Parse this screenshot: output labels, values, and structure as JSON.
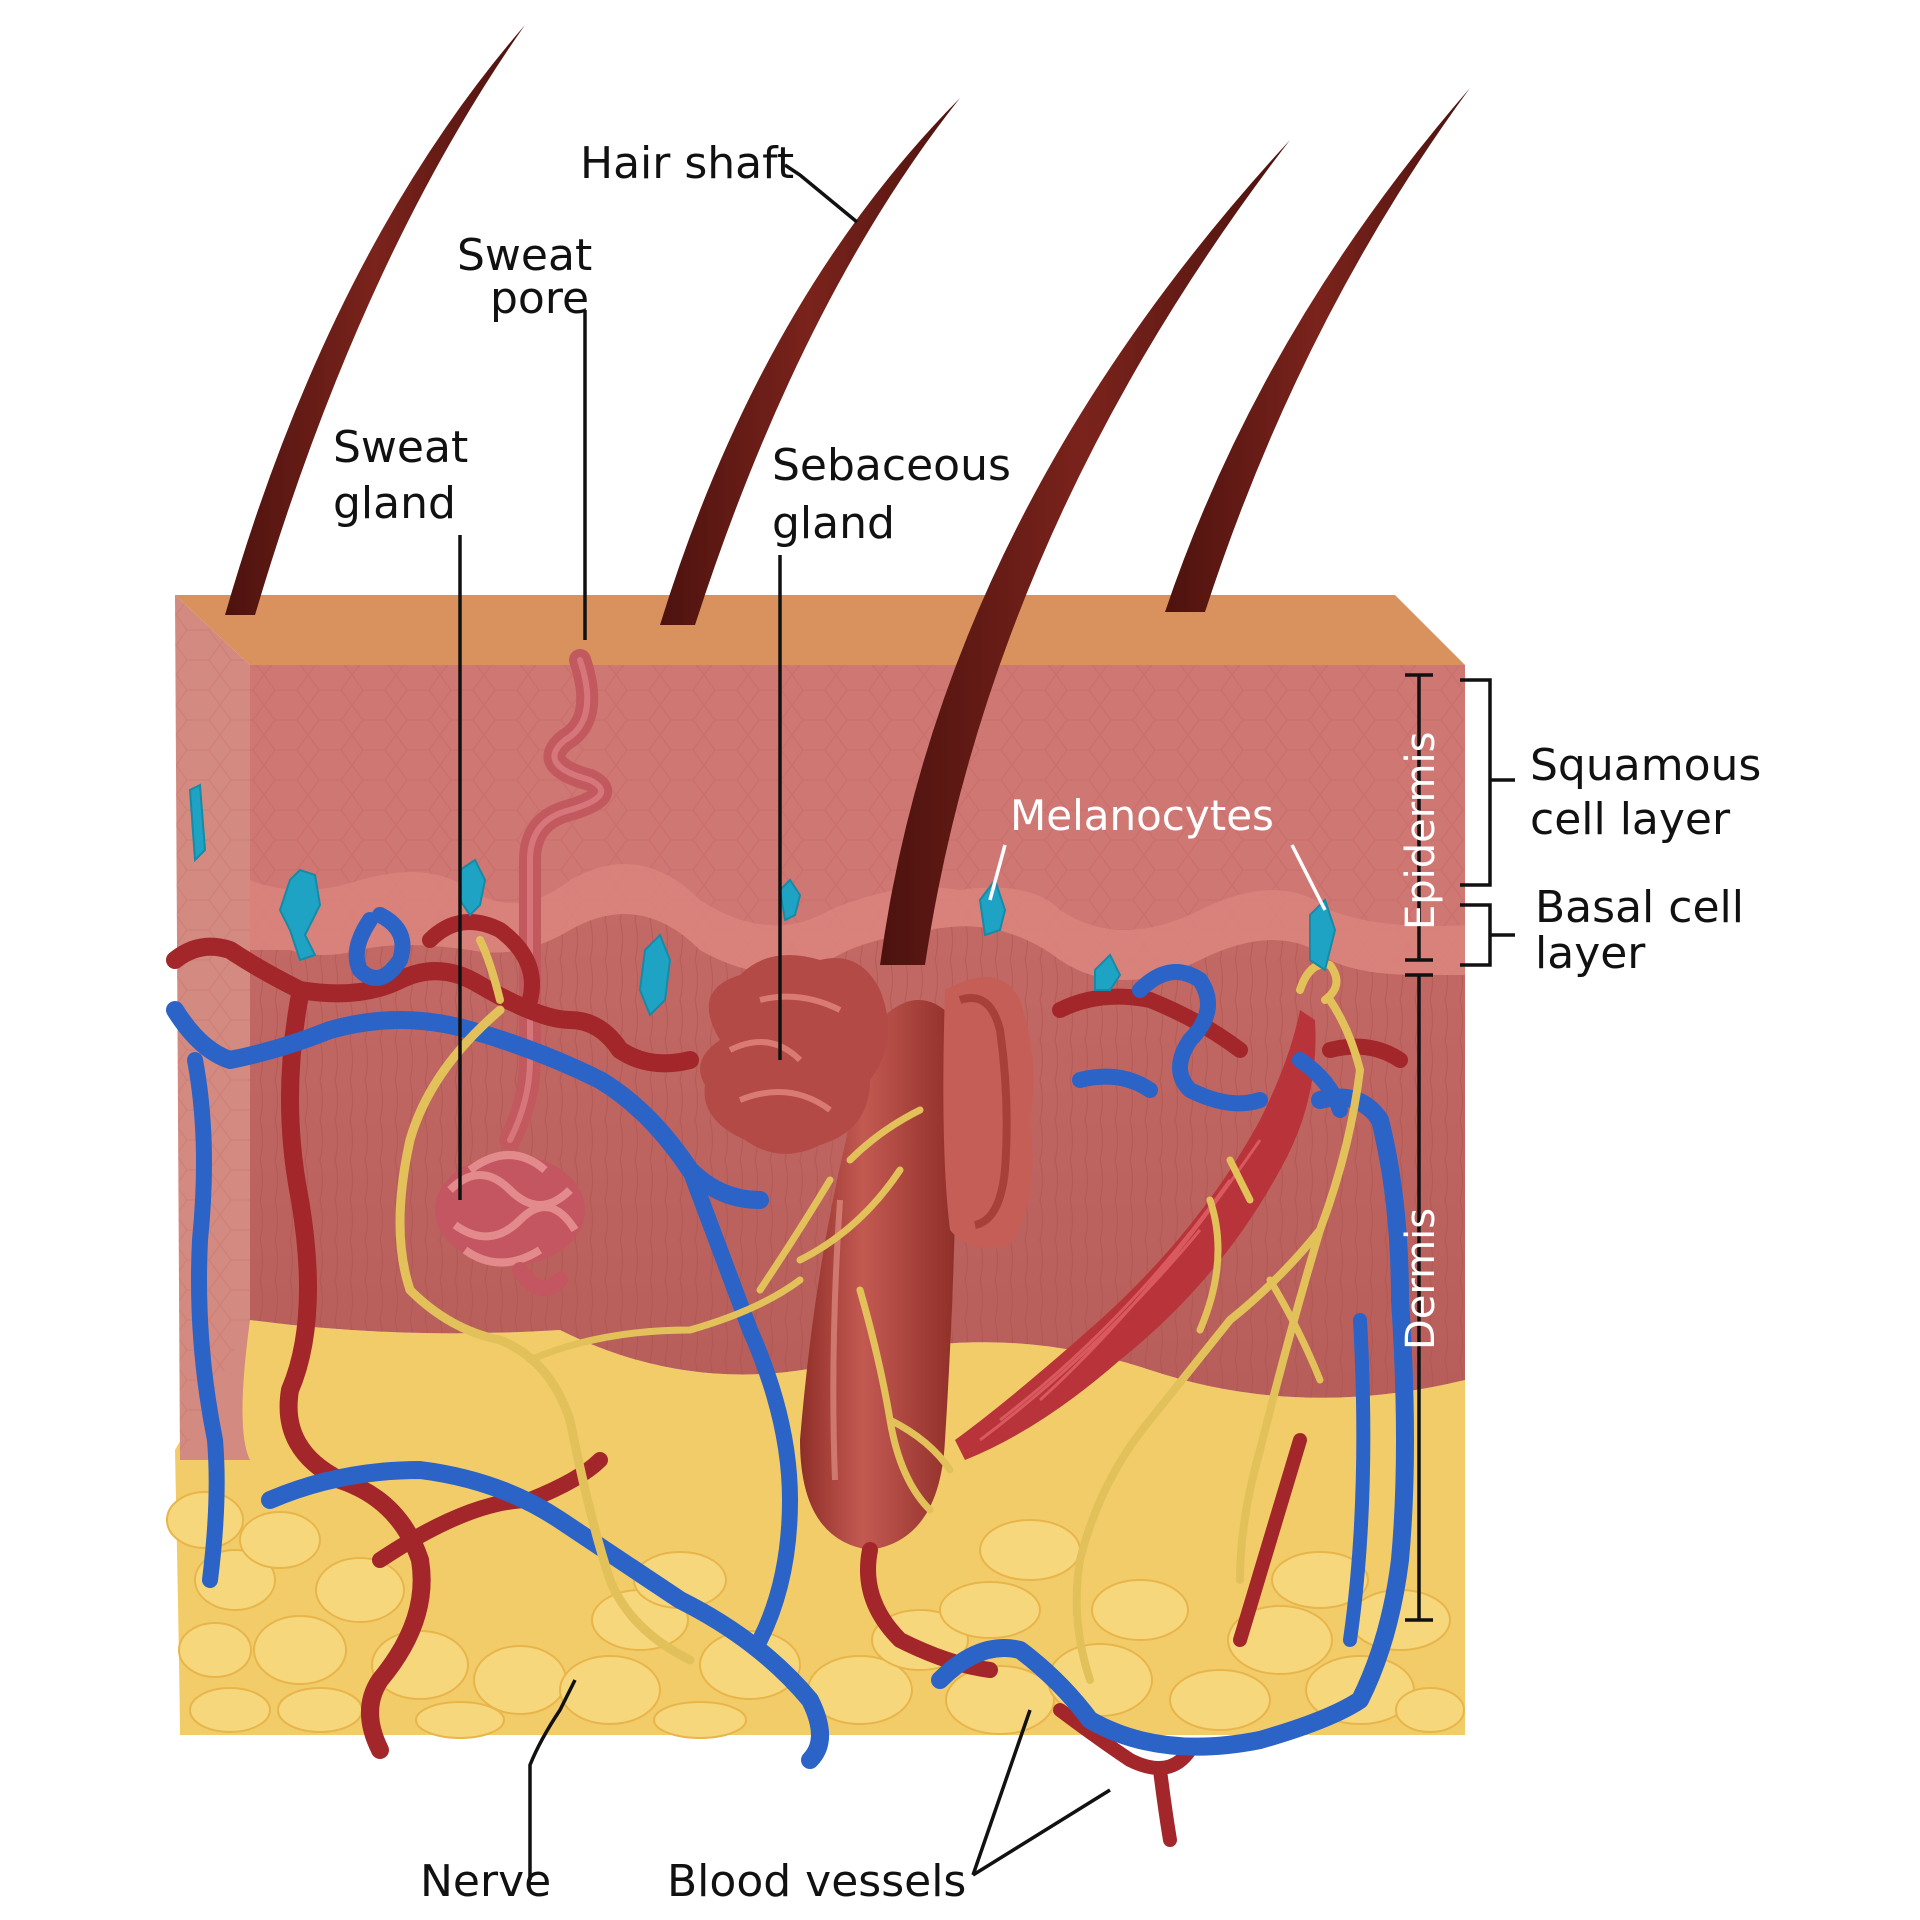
{
  "labels": {
    "hair_shaft": "Hair shaft",
    "sweat_pore_1": "Sweat",
    "sweat_pore_2": "pore",
    "sweat_gland_1": "Sweat",
    "sweat_gland_2": "gland",
    "sebaceous_gland_1": "Sebaceous",
    "sebaceous_gland_2": "gland",
    "melanocytes": "Melanocytes",
    "epidermis": "Epidermis",
    "dermis": "Dermis",
    "squamous_1": "Squamous",
    "squamous_2": "cell layer",
    "basal_1": "Basal cell",
    "basal_2": "layer",
    "nerve": "Nerve",
    "blood_vessels": "Blood vessels"
  },
  "colors": {
    "skin_top": "#d9925e",
    "epidermis": "#c8706c",
    "dermis": "#c46a66",
    "side_face": "#d38a80",
    "fat": "#f7d77c",
    "hair": "#6e1c17",
    "artery": "#a3262a",
    "vein": "#2b63c7",
    "nerve": "#e2c15a",
    "melanocyte": "#1fa3c4",
    "muscle": "#b8333a"
  }
}
